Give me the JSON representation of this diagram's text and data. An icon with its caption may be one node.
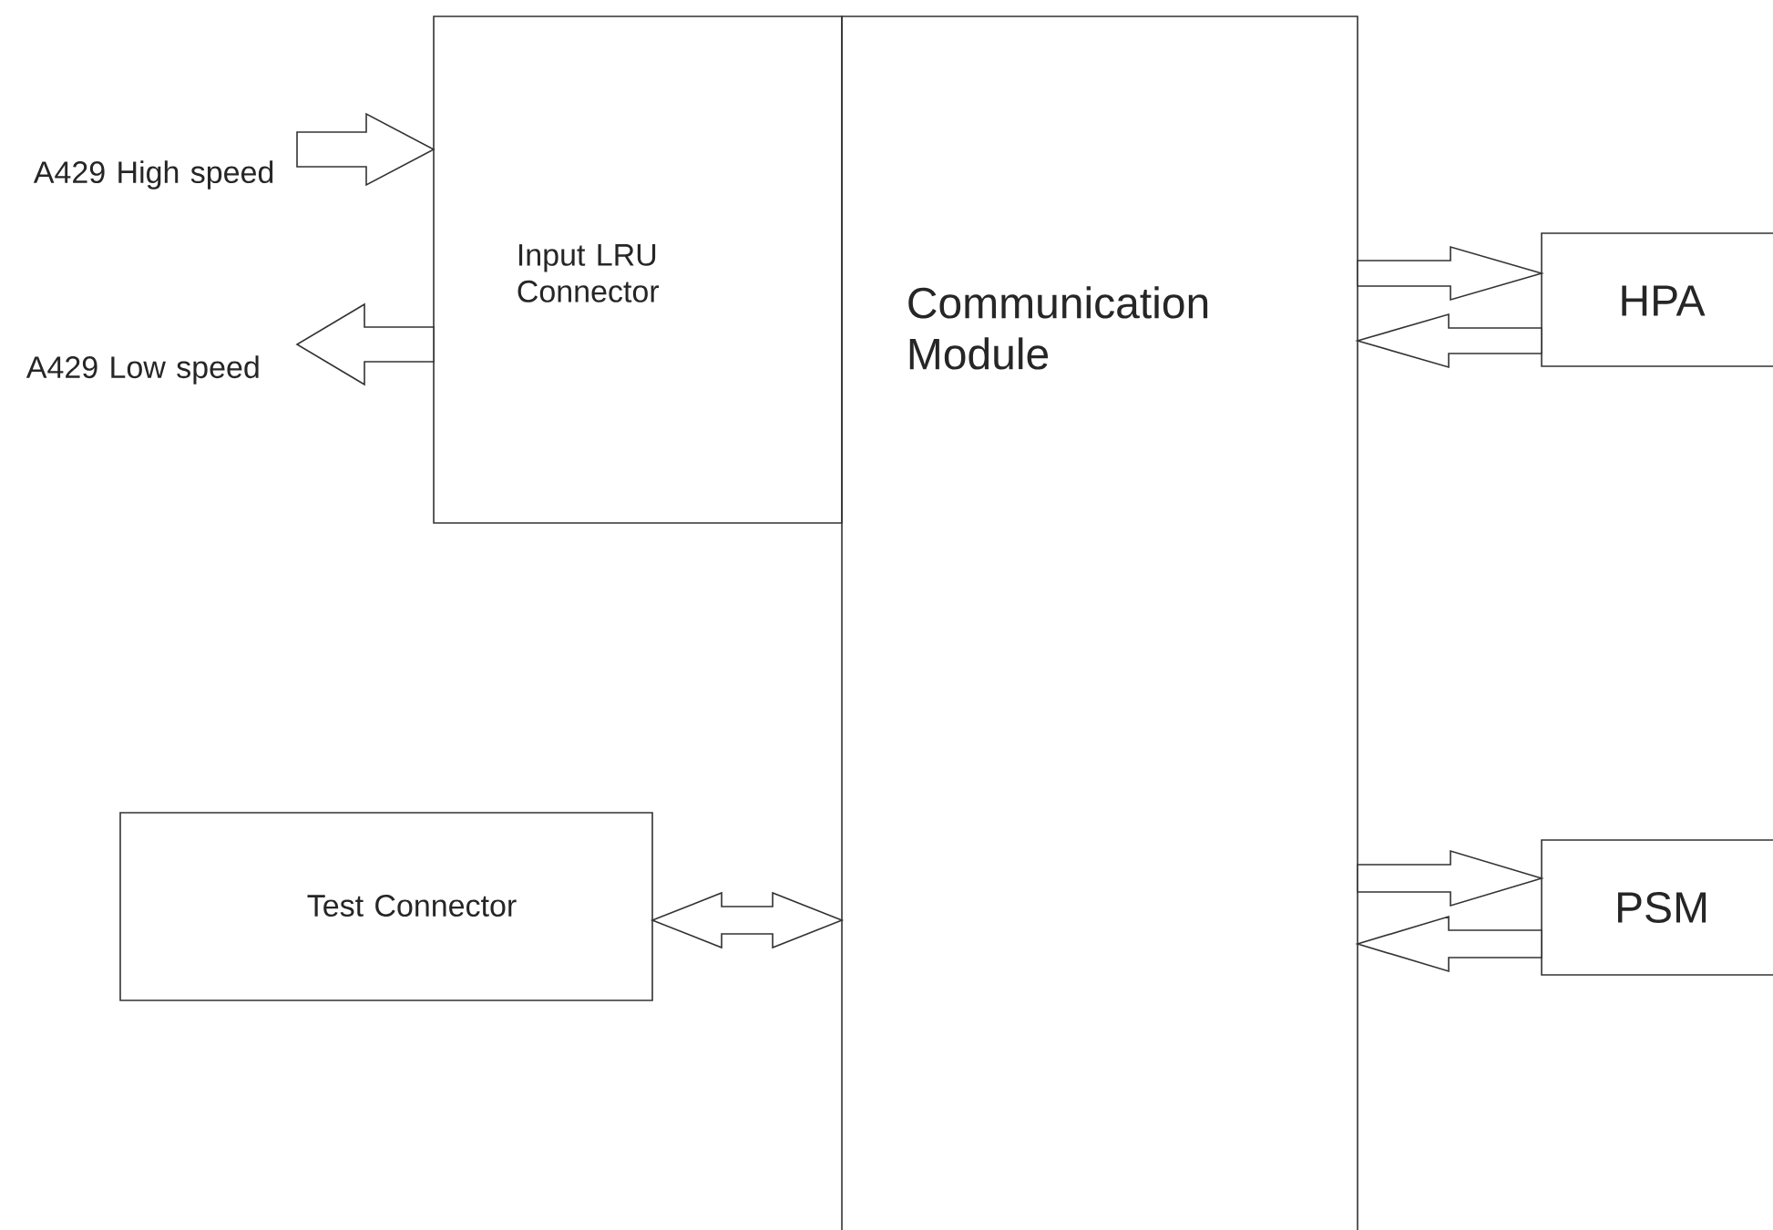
{
  "diagram": {
    "nodes": [
      {
        "text": [
          "Input LRU Connector"
        ]
      },
      {
        "text": [
          "Communication Module"
        ]
      },
      {
        "text": [
          "HPA"
        ]
      },
      {
        "text": [
          "PSM"
        ]
      },
      {
        "text": [
          "Test Connector"
        ]
      },
      {
        "text": [
          "A429 High speed"
        ]
      },
      {
        "text": [
          "A429 Low speed"
        ]
      }
    ],
    "edges": [
      {
        "from": 5,
        "to": 0,
        "arrow": "to"
      },
      {
        "from": 0,
        "to": 6,
        "arrow": "to"
      },
      {
        "from": 1,
        "to": 2,
        "arrow": "to"
      },
      {
        "from": 2,
        "to": 1,
        "arrow": "to"
      },
      {
        "from": 1,
        "to": 3,
        "arrow": "to"
      },
      {
        "from": 3,
        "to": 1,
        "arrow": "to"
      },
      {
        "from": 4,
        "to": 1,
        "arrow": "both"
      }
    ]
  }
}
